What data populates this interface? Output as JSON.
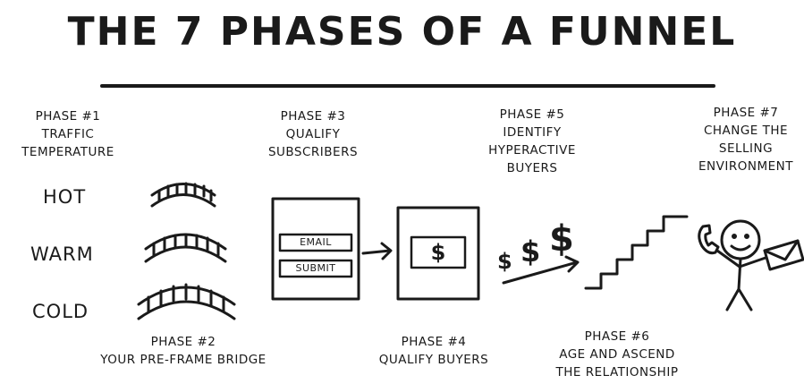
{
  "title": "THE 7 PHASES OF A FUNNEL",
  "phases": {
    "p1": {
      "heading": "PHASE #1",
      "lines": [
        "TRAFFIC",
        "TEMPERATURE"
      ]
    },
    "p2": {
      "heading": "PHASE #2",
      "lines": [
        "YOUR PRE-FRAME BRIDGE"
      ]
    },
    "p3": {
      "heading": "PHASE #3",
      "lines": [
        "QUALIFY",
        "SUBSCRIBERS"
      ]
    },
    "p4": {
      "heading": "PHASE #4",
      "lines": [
        "QUALIFY BUYERS"
      ]
    },
    "p5": {
      "heading": "PHASE #5",
      "lines": [
        "IDENTIFY",
        "HYPERACTIVE",
        "BUYERS"
      ]
    },
    "p6": {
      "heading": "PHASE #6",
      "lines": [
        "AGE AND ASCEND",
        "THE RELATIONSHIP"
      ]
    },
    "p7": {
      "heading": "PHASE #7",
      "lines": [
        "CHANGE THE",
        "SELLING",
        "ENVIRONMENT"
      ]
    }
  },
  "temperatures": [
    "HOT",
    "WARM",
    "COLD"
  ],
  "form": {
    "email_label": "EMAIL",
    "submit_label": "SUBMIT"
  },
  "dollar_sign": "$",
  "dollars": [
    "$",
    "$",
    "$"
  ],
  "colors": {
    "ink": "#1a1a1a",
    "background": "#ffffff"
  }
}
